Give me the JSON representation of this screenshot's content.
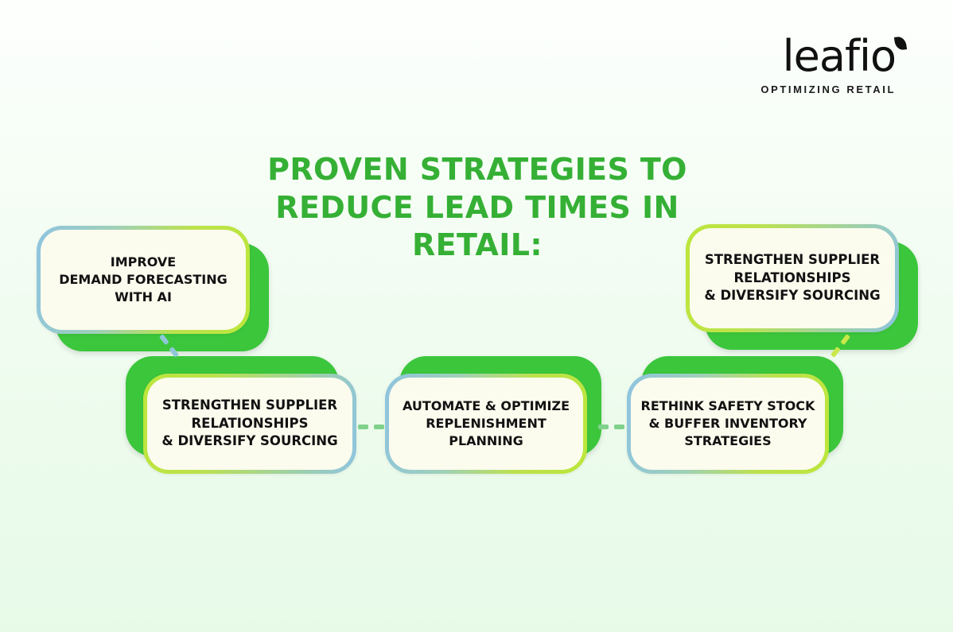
{
  "brand": {
    "wordmark": "leafio",
    "tagline": "OPTIMIZING RETAIL",
    "leaf_dot_icon": "leaf-dot-icon"
  },
  "title": "PROVEN STRATEGIES TO REDUCE LEAD TIMES IN RETAIL:",
  "cards": [
    {
      "id": "card1",
      "text": "IMPROVE\nDEMAND FORECASTING\nWITH AI",
      "shadow": "down-right",
      "border_gradient": "blue-to-green"
    },
    {
      "id": "card2",
      "text": "STRENGTHEN SUPPLIER\nRELATIONSHIPS\n& DIVERSIFY SOURCING",
      "shadow": "down-right",
      "border_gradient": "green-to-blue"
    },
    {
      "id": "card3",
      "text": "STRENGTHEN SUPPLIER\nRELATIONSHIPS\n& DIVERSIFY SOURCING",
      "shadow": "up-left",
      "border_gradient": "green-to-blue"
    },
    {
      "id": "card4",
      "text": "AUTOMATE & OPTIMIZE\nREPLENISHMENT\nPLANNING",
      "shadow": "up-right",
      "border_gradient": "blue-to-green"
    },
    {
      "id": "card5",
      "text": "RETHINK SAFETY STOCK\n& BUFFER INVENTORY\nSTRATEGIES",
      "shadow": "up-right",
      "border_gradient": "blue-to-green"
    }
  ],
  "connectors": [
    {
      "id": "conn-1-3",
      "from": "card1",
      "to": "card3",
      "style": "dashed",
      "color": "#8fc7d9"
    },
    {
      "id": "conn-3-4",
      "from": "card3",
      "to": "card4",
      "style": "dashed",
      "color": "#7fd18c"
    },
    {
      "id": "conn-4-5",
      "from": "card4",
      "to": "card5",
      "style": "dashed",
      "color": "#7fd18c"
    },
    {
      "id": "conn-2-5",
      "from": "card2",
      "to": "card5",
      "style": "dashed",
      "color": "#c9e84a"
    }
  ],
  "colors": {
    "title_green": "#35b035",
    "shadow_green": "#3cc63c",
    "border_yellow_green": "#bce63b",
    "border_blue": "#8ec4e0",
    "card_fill": "#fbfbee",
    "text_dark": "#121212",
    "background_top": "#fdfffd",
    "background_bottom": "#e7fae8"
  }
}
